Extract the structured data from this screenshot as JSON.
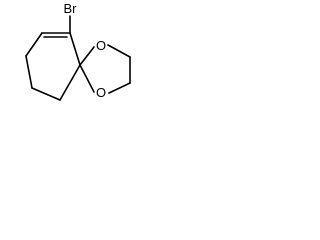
{
  "molecule": {
    "atoms": {
      "bromine": "Br",
      "oxygen_upper": "O",
      "oxygen_lower": "O"
    },
    "colors": {
      "ink": "#000000",
      "background": "#ffffff"
    }
  }
}
